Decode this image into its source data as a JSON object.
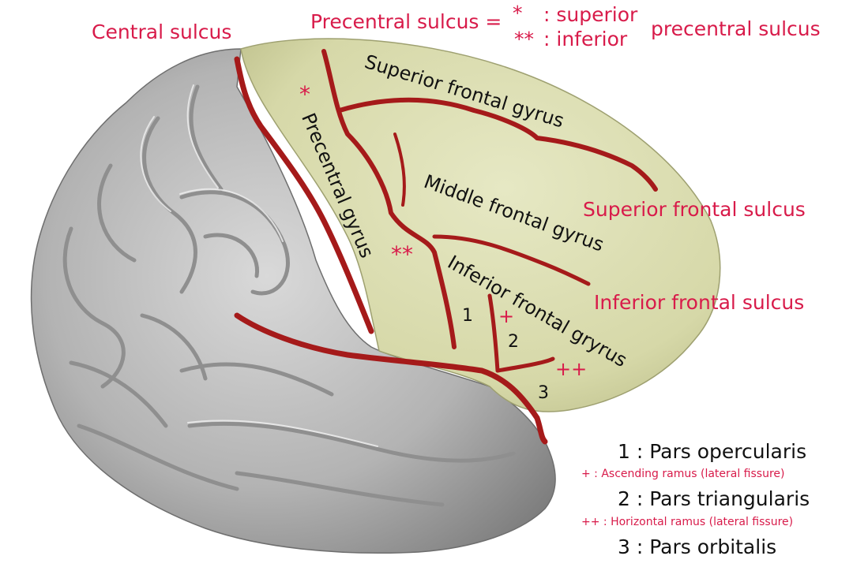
{
  "labels": {
    "central_sulcus": "Central sulcus",
    "precentral_sulcus_prefix": "Precentral sulcus =",
    "star_symbol": "*",
    "star_meaning": ": superior",
    "double_star_symbol": "**",
    "double_star_meaning": ": inferior",
    "precentral_sulcus_suffix": "precentral sulcus",
    "superior_frontal_gyrus": "Superior frontal gyrus",
    "precentral_gyrus": "Precentral gyrus",
    "middle_frontal_gyrus": "Middle frontal gyrus",
    "superior_frontal_sulcus": "Superior frontal sulcus",
    "inferior_frontal_gyrus": "Inferior frontal gryrus",
    "inferior_frontal_sulcus": "Inferior frontal sulcus"
  },
  "markers": {
    "superior": "*",
    "inferior": "**",
    "ascending": "+",
    "horizontal": "++",
    "n1": "1",
    "n2": "2",
    "n3": "3"
  },
  "legend": [
    {
      "text": "1 : Pars opercularis"
    },
    {
      "text": "+     : Ascending ramus (lateral fissure)"
    },
    {
      "text": "2 : Pars triangularis"
    },
    {
      "text": "++ : Horizontal ramus (lateral fissure)"
    },
    {
      "text": "3 : Pars orbitalis"
    }
  ],
  "colors": {
    "red_text": "#d81b4a",
    "frontal_lobe": "#dadcae",
    "sulcus": "#a51a1a",
    "brain_gray": "#a9a9a9"
  }
}
